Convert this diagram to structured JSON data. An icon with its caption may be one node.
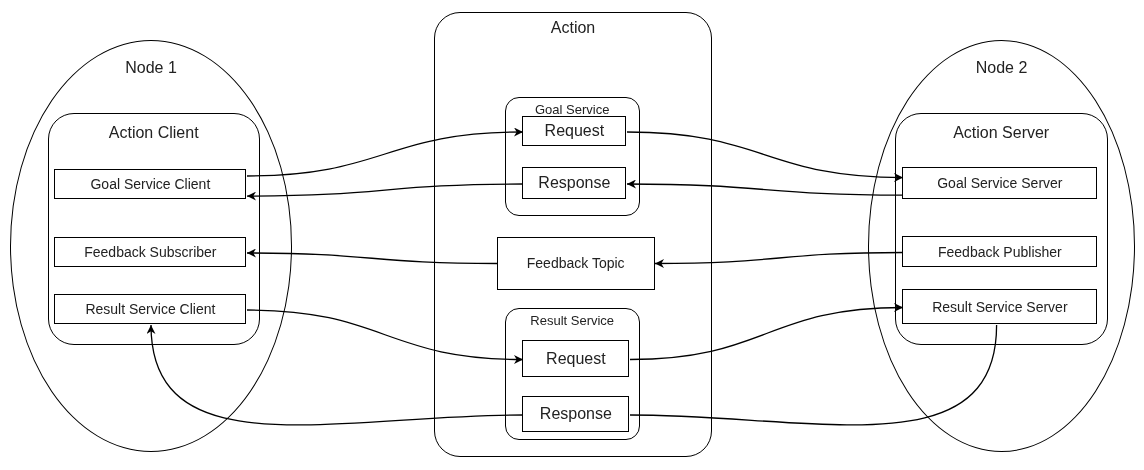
{
  "diagram": {
    "nodes": [
      {
        "text": [
          "Node 1"
        ]
      },
      {
        "text": [
          "Action Client"
        ],
        "in": 0
      },
      {
        "text": [
          "Goal Service Client"
        ],
        "in": 1
      },
      {
        "text": [
          "Feedback Subscriber"
        ],
        "in": 1
      },
      {
        "text": [
          "Result Service Client"
        ],
        "in": 1
      },
      {
        "text": [
          "Action"
        ]
      },
      {
        "text": [
          "Goal Service"
        ],
        "in": 5
      },
      {
        "text": [
          "Request"
        ],
        "in": 6
      },
      {
        "text": [
          "Response"
        ],
        "in": 6
      },
      {
        "text": [
          "Feedback Topic"
        ],
        "in": 5
      },
      {
        "text": [
          "Result Service"
        ],
        "in": 5
      },
      {
        "text": [
          "Request"
        ],
        "in": 10
      },
      {
        "text": [
          "Response"
        ],
        "in": 10
      },
      {
        "text": [
          "Node 2"
        ]
      },
      {
        "text": [
          "Action Server"
        ],
        "in": 13
      },
      {
        "text": [
          "Goal Service Server"
        ],
        "in": 14
      },
      {
        "text": [
          "Feedback Publisher"
        ],
        "in": 14
      },
      {
        "text": [
          "Result Service Server"
        ],
        "in": 14
      }
    ],
    "edges": [
      {
        "from": 2,
        "to": 7,
        "arrow": "to"
      },
      {
        "from": 7,
        "to": 15,
        "arrow": "to"
      },
      {
        "from": 15,
        "to": 8,
        "arrow": "to"
      },
      {
        "from": 8,
        "to": 2,
        "arrow": "to"
      },
      {
        "from": 16,
        "to": 9,
        "arrow": "to"
      },
      {
        "from": 9,
        "to": 3,
        "arrow": "to"
      },
      {
        "from": 4,
        "to": 11,
        "arrow": "to"
      },
      {
        "from": 11,
        "to": 17,
        "arrow": "to"
      },
      {
        "from": 17,
        "to": 12,
        "arrow": "none"
      },
      {
        "from": 12,
        "to": 4,
        "arrow": "to"
      }
    ]
  }
}
